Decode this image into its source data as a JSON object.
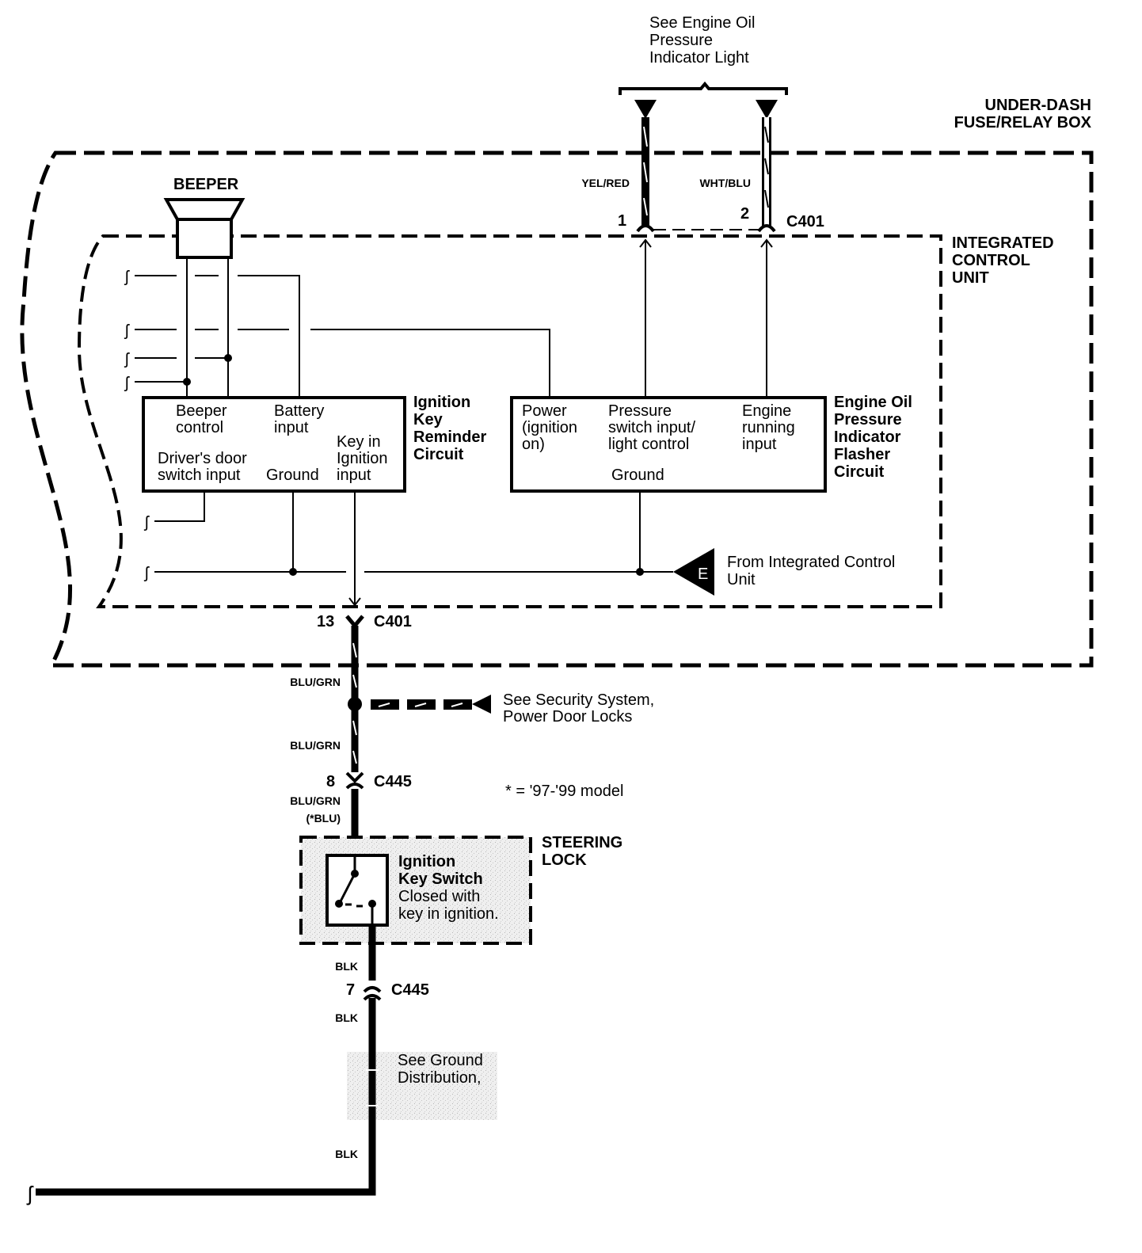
{
  "title": "Key-in-Ignition Reminder / Engine Oil Pressure Indicator Flasher Circuit",
  "components": {
    "under_dash_box": {
      "line1": "UNDER-DASH",
      "line2": "FUSE/RELAY BOX"
    },
    "icu": {
      "line1": "INTEGRATED",
      "line2": "CONTROL",
      "line3": "UNIT"
    },
    "beeper": "BEEPER",
    "steering_lock": {
      "line1": "STEERING",
      "line2": "LOCK"
    }
  },
  "references": {
    "oil_light": {
      "line1": "See Engine Oil",
      "line2": "Pressure",
      "line3": "Indicator Light"
    },
    "security": {
      "line1": "See Security System,",
      "line2": "Power Door Locks"
    },
    "ground": {
      "line1": "See Ground",
      "line2": "Distribution,"
    },
    "icu_ground": {
      "line1": "From Integrated Control",
      "line2": "Unit",
      "badge": "E"
    }
  },
  "circuits": {
    "reminder": {
      "title": [
        "Ignition",
        "Key",
        "Reminder",
        "Circuit"
      ],
      "pins": {
        "beeper_control": [
          "Beeper",
          "control"
        ],
        "battery_input": [
          "Battery",
          "input"
        ],
        "key_in_ignition": [
          "Key in",
          "Ignition",
          "input"
        ],
        "drivers_door": [
          "Driver's door",
          "switch input"
        ],
        "ground": "Ground"
      }
    },
    "flasher": {
      "title": [
        "Engine Oil",
        "Pressure",
        "Indicator",
        "Flasher",
        "Circuit"
      ],
      "pins": {
        "power": [
          "Power",
          "(ignition",
          "on)"
        ],
        "pressure_switch": [
          "Pressure",
          "switch input/",
          "light control"
        ],
        "engine_running": [
          "Engine",
          "running",
          "input"
        ],
        "ground": "Ground"
      }
    }
  },
  "switch": {
    "title": [
      "Ignition",
      "Key Switch"
    ],
    "note": [
      "Closed with",
      "key in ignition."
    ]
  },
  "wires": {
    "yel_red": "YEL/RED",
    "wht_blu": "WHT/BLU",
    "blu_grn_1": "BLU/GRN",
    "blu_grn_2": "BLU/GRN",
    "blu_grn_3": "BLU/GRN",
    "blu_alt": "(*BLU)",
    "blk_1": "BLK",
    "blk_2": "BLK",
    "blk_3": "BLK"
  },
  "connectors": {
    "c401_top": {
      "name": "C401",
      "pin1": "1",
      "pin2": "2"
    },
    "c401_bottom": {
      "name": "C401",
      "pin": "13"
    },
    "c445_top": {
      "name": "C445",
      "pin": "8"
    },
    "c445_bottom": {
      "name": "C445",
      "pin": "7"
    }
  },
  "footnote": "* = '97-'99 model",
  "colors": {
    "ink": "#000000",
    "shade": "#e9e9e9",
    "paper": "#ffffff"
  }
}
